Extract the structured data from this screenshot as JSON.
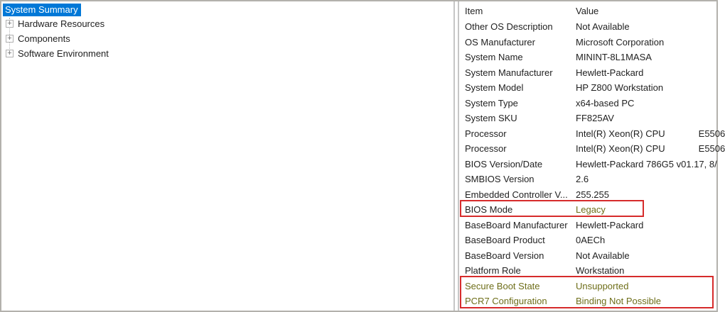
{
  "tree": {
    "selected_label": "System Summary",
    "items": [
      {
        "label": "Hardware Resources"
      },
      {
        "label": "Components"
      },
      {
        "label": "Software Environment"
      }
    ],
    "expander_glyph": "+"
  },
  "table": {
    "columns": [
      "Item",
      "Value"
    ],
    "rows": [
      {
        "item": "Other OS Description",
        "value": "Not Available",
        "emphasis": "none"
      },
      {
        "item": "OS Manufacturer",
        "value": "Microsoft Corporation",
        "emphasis": "none"
      },
      {
        "item": "System Name",
        "value": "MININT-8L1MASA",
        "emphasis": "none"
      },
      {
        "item": "System Manufacturer",
        "value": "Hewlett-Packard",
        "emphasis": "none"
      },
      {
        "item": "System Model",
        "value": "HP Z800 Workstation",
        "emphasis": "none"
      },
      {
        "item": "System Type",
        "value": "x64-based PC",
        "emphasis": "none"
      },
      {
        "item": "System SKU",
        "value": "FF825AV",
        "emphasis": "none"
      },
      {
        "item": "Processor",
        "value": "Intel(R) Xeon(R) CPU             E5506",
        "emphasis": "none"
      },
      {
        "item": "Processor",
        "value": "Intel(R) Xeon(R) CPU             E5506",
        "emphasis": "none"
      },
      {
        "item": "BIOS Version/Date",
        "value": "Hewlett-Packard 786G5 v01.17, 8/",
        "emphasis": "none"
      },
      {
        "item": "SMBIOS Version",
        "value": "2.6",
        "emphasis": "none"
      },
      {
        "item": "Embedded Controller V...",
        "value": "255.255",
        "emphasis": "none"
      },
      {
        "item": "BIOS Mode",
        "value": "Legacy",
        "emphasis": "value-olive"
      },
      {
        "item": "BaseBoard Manufacturer",
        "value": "Hewlett-Packard",
        "emphasis": "none"
      },
      {
        "item": "BaseBoard Product",
        "value": "0AECh",
        "emphasis": "none"
      },
      {
        "item": "BaseBoard Version",
        "value": "Not Available",
        "emphasis": "none"
      },
      {
        "item": "Platform Role",
        "value": "Workstation",
        "emphasis": "none"
      },
      {
        "item": "Secure Boot State",
        "value": "Unsupported",
        "emphasis": "olive"
      },
      {
        "item": "PCR7 Configuration",
        "value": "Binding Not Possible",
        "emphasis": "olive"
      }
    ]
  },
  "colors": {
    "selection_bg": "#0078d7",
    "selection_text": "#ffffff",
    "highlight_border": "#d62b2b",
    "emphasis_text": "#6e6e19",
    "pane_border": "#c6c6c6",
    "outer_border": "#b3b1ac",
    "text": "#1f1f1f"
  }
}
